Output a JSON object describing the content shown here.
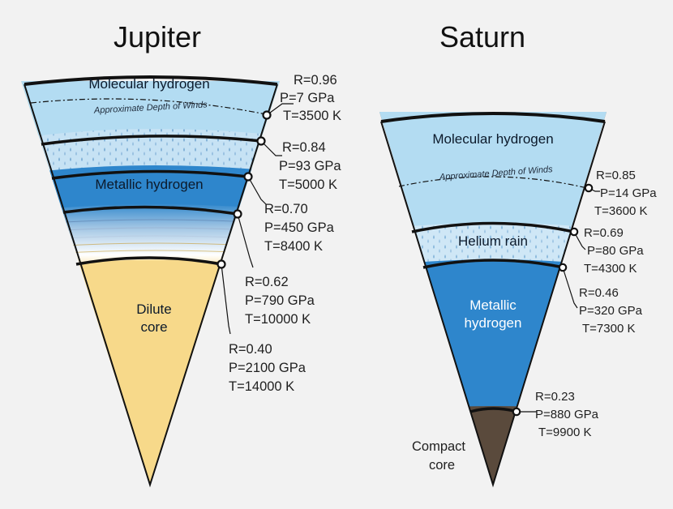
{
  "panels": {
    "jupiter": {
      "title": "Jupiter",
      "layers": {
        "molecular": "Molecular hydrogen",
        "winds": "Approximate Depth of Winds",
        "metallic": "Metallic hydrogen",
        "core_line1": "Dilute",
        "core_line2": "core"
      },
      "boundaries": [
        {
          "r": "R=0.96",
          "p": "P=7 GPa",
          "t": "T=3500 K"
        },
        {
          "r": "R=0.84",
          "p": "P=93 GPa",
          "t": "T=5000 K"
        },
        {
          "r": "R=0.70",
          "p": "P=450 GPa",
          "t": "T=8400 K"
        },
        {
          "r": "R=0.62",
          "p": "P=790 GPa",
          "t": "T=10000 K"
        },
        {
          "r": "R=0.40",
          "p": "P=2100 GPa",
          "t": "T=14000 K"
        }
      ]
    },
    "saturn": {
      "title": "Saturn",
      "layers": {
        "molecular": "Molecular hydrogen",
        "winds": "Approximate Depth of Winds",
        "helium": "Helium rain",
        "metallic_line1": "Metallic",
        "metallic_line2": "hydrogen",
        "core_line1": "Compact",
        "core_line2": "core"
      },
      "boundaries": [
        {
          "r": "R=0.85",
          "p": "P=14 GPa",
          "t": "T=3600 K"
        },
        {
          "r": "R=0.69",
          "p": "P=80 GPa",
          "t": "T=4300 K"
        },
        {
          "r": "R=0.46",
          "p": "P=320 GPa",
          "t": "T=7300 K"
        },
        {
          "r": "R=0.23",
          "p": "P=880 GPa",
          "t": "T=9900 K"
        }
      ]
    }
  },
  "colors": {
    "molecular": "#b3dcf2",
    "helium_rain": "#c8e4f5",
    "metallic": "#2e86cc",
    "dilute_core": "#f7d98a",
    "compact_core": "#5a4a3c",
    "outline": "#111111"
  }
}
